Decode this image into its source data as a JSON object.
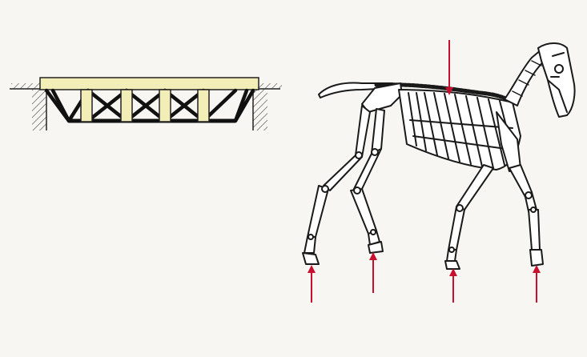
{
  "figure": {
    "background": "#f7f6f3",
    "bridge": {
      "deck_color": "#f3eeb8",
      "strut_color": "#f3eeb8",
      "outline_color": "#222222",
      "panel_count": 4
    },
    "skeleton": {
      "bone_fill": "#ffffff",
      "outline_color": "#1a1a1a"
    },
    "forces": {
      "color": "#c8102e",
      "load_arrow_count": 1,
      "support_arrow_count": 4
    }
  }
}
